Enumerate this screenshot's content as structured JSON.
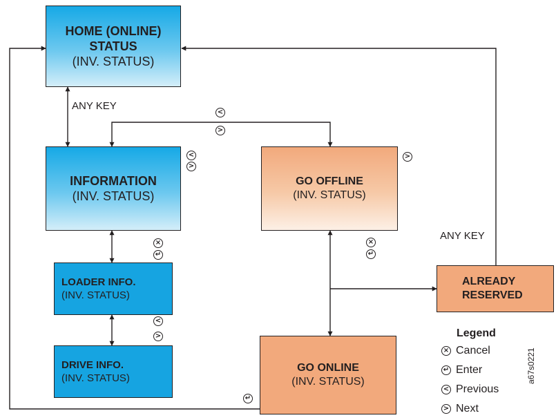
{
  "boxes": {
    "home": {
      "line1": "HOME (ONLINE)",
      "line2": "STATUS",
      "line3": "(INV. STATUS)"
    },
    "information": {
      "line1": "INFORMATION",
      "line2": "(INV. STATUS)"
    },
    "go_offline": {
      "line1": "GO OFFLINE",
      "line2": "(INV. STATUS)"
    },
    "loader_info": {
      "line1": "LOADER INFO.",
      "line2": "(INV. STATUS)"
    },
    "drive_info": {
      "line1": "DRIVE INFO.",
      "line2": "(INV. STATUS)"
    },
    "already_reserved": {
      "line1": "ALREADY",
      "line2": "RESERVED"
    },
    "go_online": {
      "line1": "GO ONLINE",
      "line2": "(INV. STATUS)"
    }
  },
  "labels": {
    "any_key_left": "ANY KEY",
    "any_key_right": "ANY KEY"
  },
  "symbols": {
    "previous": "<",
    "next": ">",
    "cancel": "×",
    "enter": "↵"
  },
  "legend": {
    "title": "Legend",
    "items": [
      {
        "symbol": "×",
        "label": "Cancel"
      },
      {
        "symbol": "↵",
        "label": "Enter"
      },
      {
        "symbol": "<",
        "label": "Previous"
      },
      {
        "symbol": ">",
        "label": "Next"
      }
    ]
  },
  "figure_id": "a67s0221",
  "colors": {
    "blue": "#16a4e1",
    "orange": "#f2a97c",
    "line": "#231f20"
  }
}
